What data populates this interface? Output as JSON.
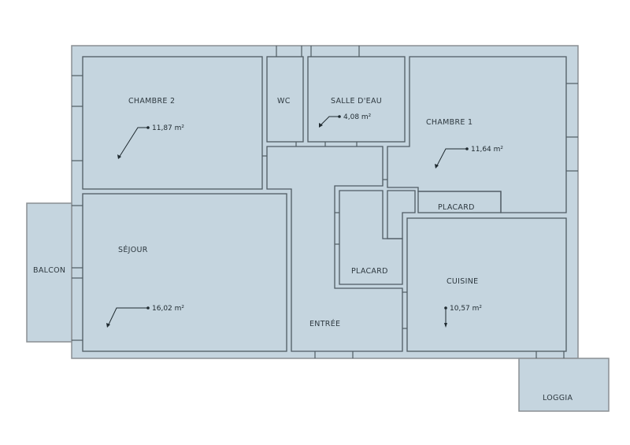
{
  "plan": {
    "rooms": [
      {
        "id": "chambre-2",
        "label": "CHAMBRE 2",
        "area": "11,87 m²"
      },
      {
        "id": "wc",
        "label": "WC",
        "area": null
      },
      {
        "id": "salle-d-eau",
        "label": "SALLE D'EAU",
        "area": "4,08 m²"
      },
      {
        "id": "chambre-1",
        "label": "CHAMBRE 1",
        "area": "11,64 m²"
      },
      {
        "id": "placard-chambre",
        "label": "PLACARD",
        "area": null
      },
      {
        "id": "sejour",
        "label": "SÉJOUR",
        "area": "16,02 m²"
      },
      {
        "id": "balcon",
        "label": "BALCON",
        "area": null
      },
      {
        "id": "placard-entree",
        "label": "PLACARD",
        "area": null
      },
      {
        "id": "entree",
        "label": "ENTRÉE",
        "area": null
      },
      {
        "id": "cuisine",
        "label": "CUISINE",
        "area": "10,57 m²"
      },
      {
        "id": "loggia",
        "label": "LOGGIA",
        "area": null
      }
    ],
    "colors": {
      "room_fill": "#c5d5df",
      "wall_stroke": "#4f5b63",
      "outer_stroke": "#8a8f93",
      "text": "#2e3940"
    }
  }
}
